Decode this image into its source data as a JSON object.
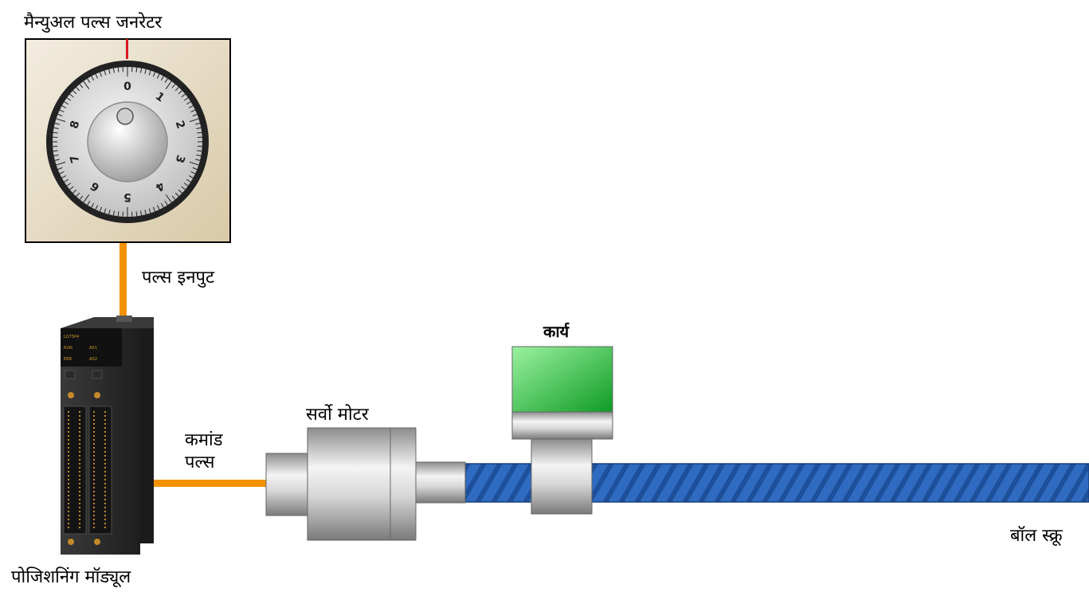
{
  "labels": {
    "pulse_generator": "मैन्युअल पल्स जनरेटर",
    "pulse_input": "पल्स इनपुट",
    "command_pulse_line1": "कमांड",
    "command_pulse_line2": "पल्स",
    "servo_motor": "सर्वो मोटर",
    "work": "कार्य",
    "ball_screw": "बॉल स्क्रू",
    "positioning_module": "पोजिशनिंग मॉड्यूल"
  },
  "dial": {
    "numbers": [
      "0",
      "1",
      "2",
      "3",
      "4",
      "5",
      "6",
      "7",
      "8"
    ]
  },
  "colors": {
    "wire": "#f39200",
    "screw": "#2f6bc0",
    "work_block": "#22b43a",
    "dial_panel": "#e6dcc6",
    "module_body": "#2b2b2b",
    "pointer": "#d71920"
  }
}
